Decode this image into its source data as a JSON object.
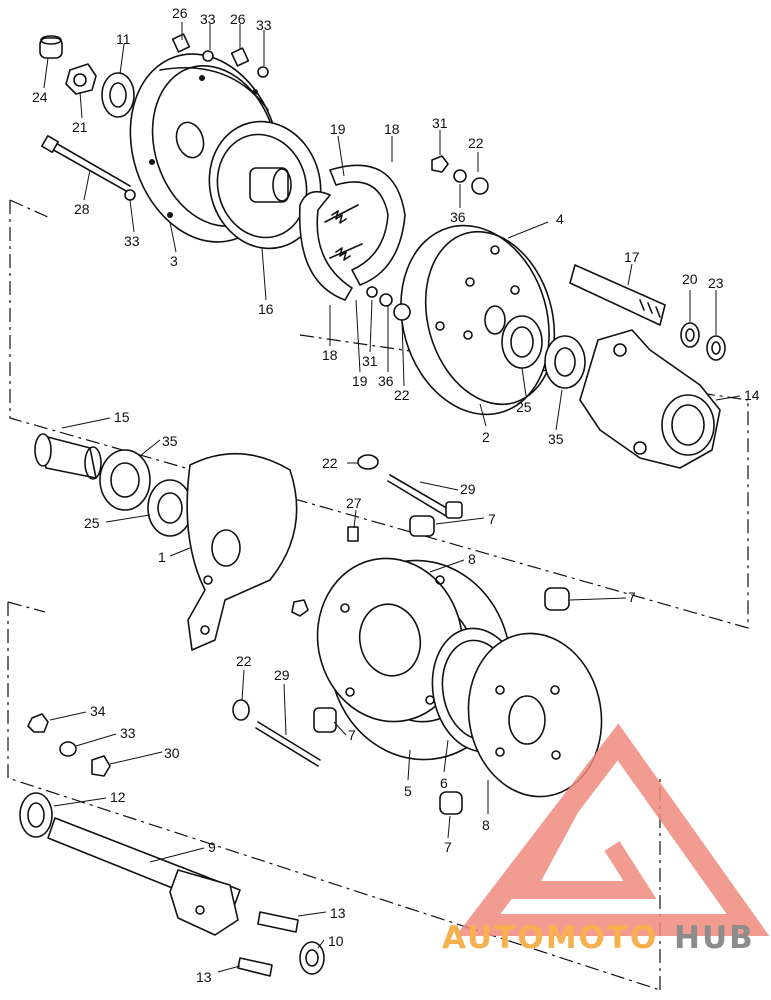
{
  "diagram": {
    "part_labels": [
      {
        "id": "p26a",
        "text": "26"
      },
      {
        "id": "p33a",
        "text": "33"
      },
      {
        "id": "p26b",
        "text": "26"
      },
      {
        "id": "p33b",
        "text": "33"
      },
      {
        "id": "p11",
        "text": "11"
      },
      {
        "id": "p24",
        "text": "24"
      },
      {
        "id": "p21",
        "text": "21"
      },
      {
        "id": "p28",
        "text": "28"
      },
      {
        "id": "p33c",
        "text": "33"
      },
      {
        "id": "p3",
        "text": "3"
      },
      {
        "id": "p16",
        "text": "16"
      },
      {
        "id": "p19a",
        "text": "19"
      },
      {
        "id": "p18a",
        "text": "18"
      },
      {
        "id": "p31a",
        "text": "31"
      },
      {
        "id": "p22a",
        "text": "22"
      },
      {
        "id": "p36a",
        "text": "36"
      },
      {
        "id": "p4",
        "text": "4"
      },
      {
        "id": "p17",
        "text": "17"
      },
      {
        "id": "p20",
        "text": "20"
      },
      {
        "id": "p23",
        "text": "23"
      },
      {
        "id": "p18b",
        "text": "18"
      },
      {
        "id": "p31b",
        "text": "31"
      },
      {
        "id": "p19b",
        "text": "19"
      },
      {
        "id": "p36b",
        "text": "36"
      },
      {
        "id": "p22b",
        "text": "22"
      },
      {
        "id": "p25a",
        "text": "25"
      },
      {
        "id": "p2",
        "text": "2"
      },
      {
        "id": "p35a",
        "text": "35"
      },
      {
        "id": "p14",
        "text": "14"
      },
      {
        "id": "p15",
        "text": "15"
      },
      {
        "id": "p35b",
        "text": "35"
      },
      {
        "id": "p22c",
        "text": "22"
      },
      {
        "id": "p29a",
        "text": "29"
      },
      {
        "id": "p25b",
        "text": "25"
      },
      {
        "id": "p27",
        "text": "27"
      },
      {
        "id": "p7a",
        "text": "7"
      },
      {
        "id": "p1",
        "text": "1"
      },
      {
        "id": "p8a",
        "text": "8"
      },
      {
        "id": "p7b",
        "text": "7"
      },
      {
        "id": "p22d",
        "text": "22"
      },
      {
        "id": "p29b",
        "text": "29"
      },
      {
        "id": "p34",
        "text": "34"
      },
      {
        "id": "p33d",
        "text": "33"
      },
      {
        "id": "p30",
        "text": "30"
      },
      {
        "id": "p7c",
        "text": "7"
      },
      {
        "id": "p12",
        "text": "12"
      },
      {
        "id": "p5",
        "text": "5"
      },
      {
        "id": "p6",
        "text": "6"
      },
      {
        "id": "p9",
        "text": "9"
      },
      {
        "id": "p8b",
        "text": "8"
      },
      {
        "id": "p7d",
        "text": "7"
      },
      {
        "id": "p13a",
        "text": "13"
      },
      {
        "id": "p10",
        "text": "10"
      },
      {
        "id": "p13b",
        "text": "13"
      }
    ]
  },
  "watermark": {
    "text_part1": "AUTOMOTO",
    "text_part2": "HUB",
    "color_main": "#f08a7e",
    "color_light": "#f6b04f",
    "color_dark": "#8c8c8c"
  },
  "colors": {
    "ink": "#111111",
    "background": "#ffffff"
  }
}
